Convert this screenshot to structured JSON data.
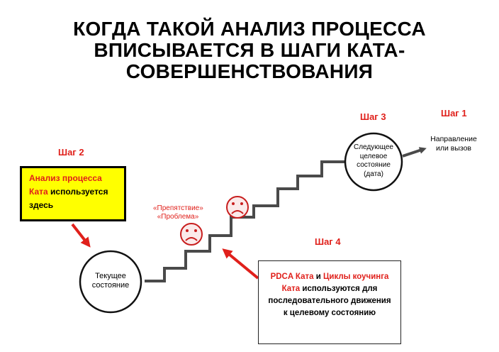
{
  "title": {
    "line1": "КОГДА ТАКОЙ АНАЛИЗ ПРОЦЕССА",
    "line2": "ВПИСЫВАЕТСЯ В ШАГИ КАТА-",
    "line3": "СОВЕРШЕНСТВОВАНИЯ"
  },
  "steps": {
    "step1": "Шаг 1",
    "step2": "Шаг 2",
    "step3": "Шаг 3",
    "step4": "Шаг 4"
  },
  "direction": {
    "line1": "Направление",
    "line2": "или вызов"
  },
  "current_state": {
    "line1": "Текущее",
    "line2": "состояние"
  },
  "next_state": {
    "line1": "Следующее",
    "line2": "целевое",
    "line3": "состояние",
    "line4": "(дата)"
  },
  "obstacle": {
    "line1": "«Препятствие»",
    "line2": "«Проблема»"
  },
  "yellow_box": {
    "line1_red": "Анализ процесса",
    "line2_red": "Ката",
    "line2_black": " используется",
    "line3_black": "здесь"
  },
  "step4_box": {
    "line1_red_a": "PDCA Ката",
    "line1_black": " и ",
    "line1_red_b": "Циклы коучинга",
    "line2_red": "Ката",
    "line2_black": " используются для",
    "line3": "последовательного движения",
    "line4": "к целевому состоянию"
  },
  "colors": {
    "accent_red": "#e0201b",
    "highlight_yellow": "#ffff00",
    "stair_gray": "#4a4a4a"
  },
  "icons": [
    "sad-face-icon",
    "sad-face-icon"
  ]
}
